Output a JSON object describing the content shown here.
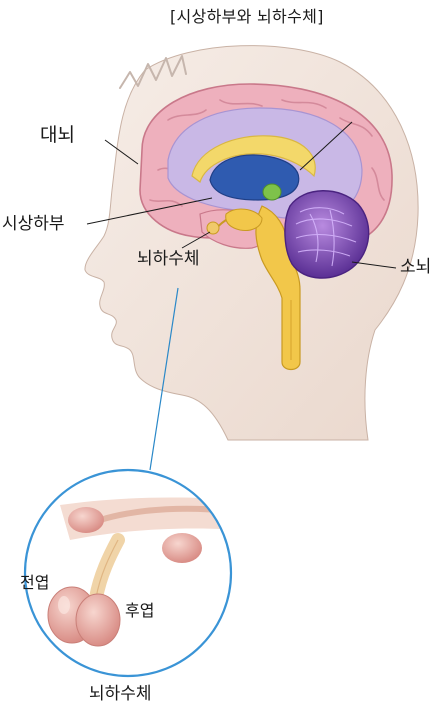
{
  "title": "[시상하부와 뇌하수체]",
  "labels": {
    "cerebrum": "대뇌",
    "hypothalamus": "시상하부",
    "pituitary": "뇌하수체",
    "cerebellum": "소뇌",
    "anterior_lobe": "전엽",
    "posterior_lobe": "후엽",
    "pituitary_detail": "뇌하수체"
  },
  "colors": {
    "skin": "#f2e6de",
    "cortex": "#e9a7b6",
    "white_matter": "#c9b8e6",
    "ventricle": "#2f5bb0",
    "corpus_callosum": "#f3d86a",
    "brainstem": "#f2c74a",
    "cerebellum": "#7d4fb5",
    "gland": "#e9b4a8",
    "leader_line": "#2a88c8",
    "zoom_circle": "#3a94d6"
  }
}
